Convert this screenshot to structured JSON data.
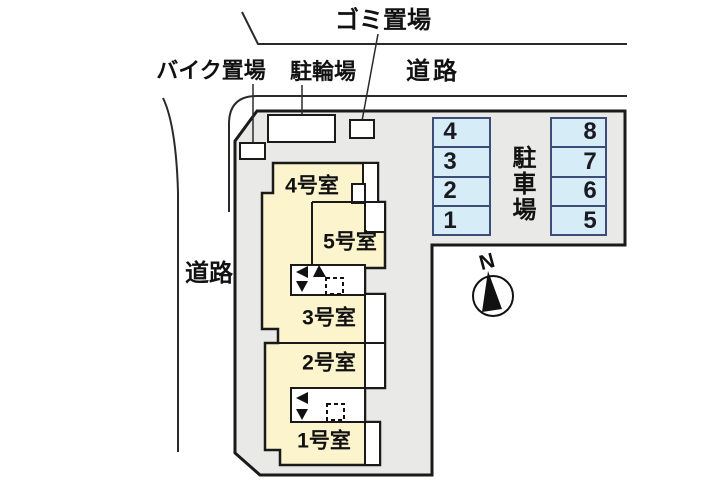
{
  "plan": {
    "garbage_area_label": "ゴミ置場",
    "bike_area_label": "バイク置場",
    "bicycle_parking_label": "駐輪場",
    "road_top_label": "道路",
    "road_left_label": "道路",
    "parking_lot_label": "駐車場",
    "north_label": "N"
  },
  "building": {
    "rooms": [
      {
        "label": "4号室"
      },
      {
        "label": "5号室"
      },
      {
        "label": "3号室"
      },
      {
        "label": "2号室"
      },
      {
        "label": "1号室"
      }
    ]
  },
  "parking": {
    "left_column_spaces": [
      "4",
      "3",
      "2",
      "1"
    ],
    "right_column_spaces": [
      "8",
      "7",
      "6",
      "5"
    ]
  },
  "colors": {
    "site_fill": "#e9e9e7",
    "building_fill": "#fbf4cd",
    "parking_fill": "#d6ecf7",
    "parking_border": "#3c4d7a",
    "line": "#1a1a1a"
  }
}
